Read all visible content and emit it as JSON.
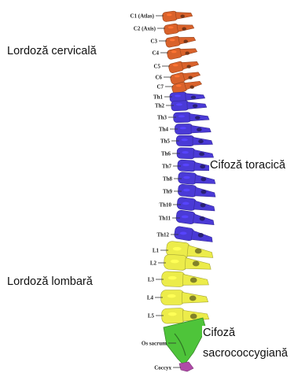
{
  "regions": {
    "cervical": {
      "caption": "Lordoză cervicală",
      "color": "#d9622b",
      "vertebrae": [
        "C1 (Atlas)",
        "C2 (Axis)",
        "C3",
        "C4",
        "C5",
        "C6",
        "C7"
      ]
    },
    "thoracic": {
      "caption": "Cifoză toracică",
      "color": "#4a3ad6",
      "vertebrae": [
        "Th1",
        "Th2",
        "Th3",
        "Th4",
        "Th5",
        "Th6",
        "Th7",
        "Th8",
        "Th9",
        "Th10",
        "Th11",
        "Th12"
      ]
    },
    "lumbar": {
      "caption": "Lordoză lombară",
      "color": "#ecec4a",
      "vertebrae": [
        "L1",
        "L2",
        "L3",
        "L4",
        "L5"
      ]
    },
    "sacral": {
      "caption_line1": "Cifoză",
      "caption_line2": "sacrococcygiană",
      "color": "#4ec43a",
      "label": "Os sacrum"
    },
    "coccyx": {
      "color": "#b04aa8",
      "label": "Coccyx"
    }
  }
}
